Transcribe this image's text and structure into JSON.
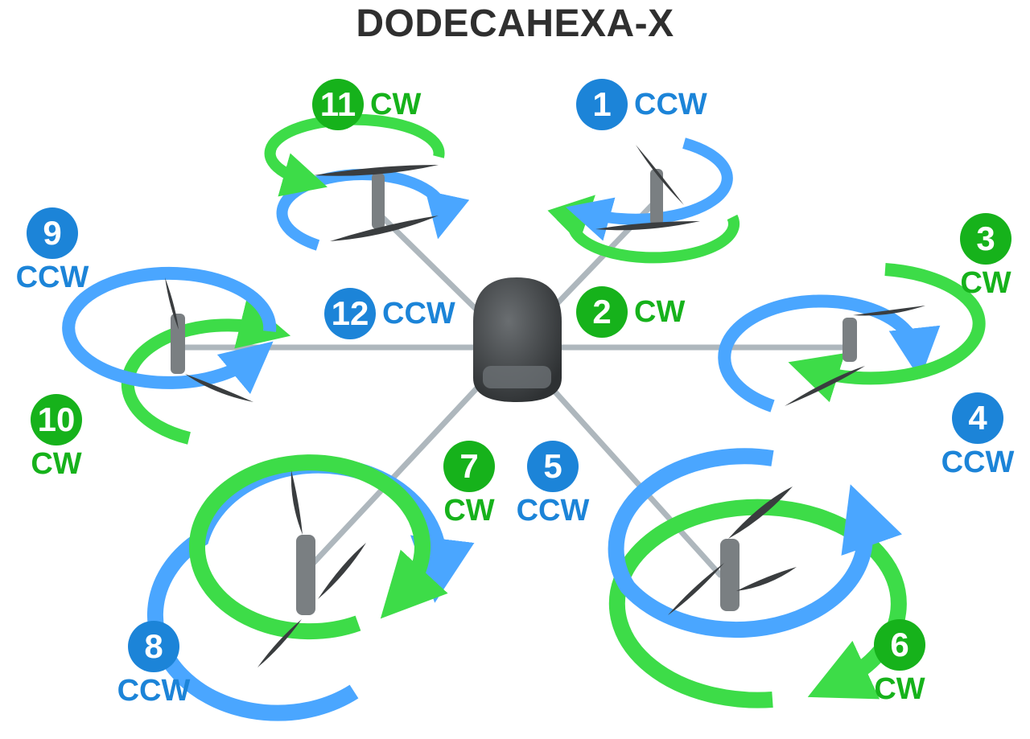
{
  "title": "DODECAHEXA-X",
  "colors": {
    "cw": "#16b21b",
    "ccw": "#1c84d8",
    "frame": "#3f4345",
    "arm": "#b8c0c6"
  },
  "motors": [
    {
      "number": "1",
      "direction": "CCW"
    },
    {
      "number": "2",
      "direction": "CW"
    },
    {
      "number": "3",
      "direction": "CW"
    },
    {
      "number": "4",
      "direction": "CCW"
    },
    {
      "number": "5",
      "direction": "CCW"
    },
    {
      "number": "6",
      "direction": "CW"
    },
    {
      "number": "7",
      "direction": "CW"
    },
    {
      "number": "8",
      "direction": "CCW"
    },
    {
      "number": "9",
      "direction": "CCW"
    },
    {
      "number": "10",
      "direction": "CW"
    },
    {
      "number": "11",
      "direction": "CW"
    },
    {
      "number": "12",
      "direction": "CCW"
    }
  ]
}
